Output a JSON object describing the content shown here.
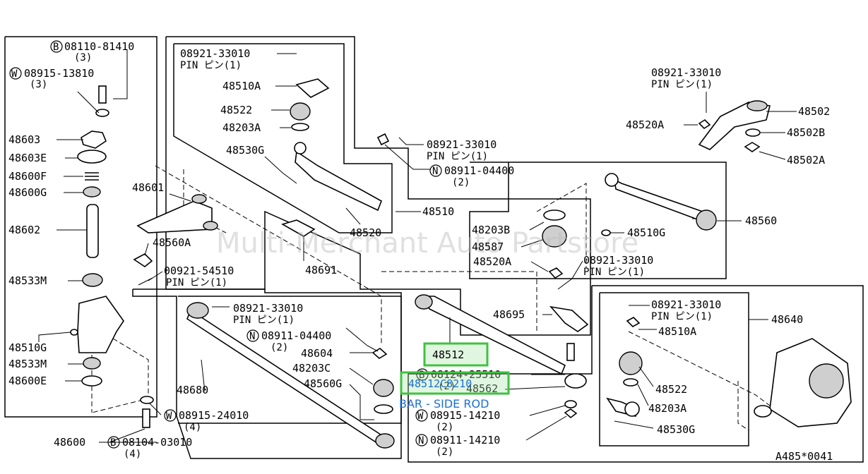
{
  "diagram_code": "A485*0041",
  "watermark": "Multi-Merchant Auto Partstore",
  "highlight": {
    "part_number": "48512",
    "catalog_number": "48512C8210",
    "description": "BAR - SIDE ROD",
    "color": "#3fc23f",
    "text_color": "#1c6fd1"
  },
  "parts": {
    "p08110_81410": {
      "prefix": "B",
      "code": "08110-81410",
      "qty": "(3)"
    },
    "p08915_13810": {
      "prefix": "W",
      "code": "08915-13810",
      "qty": "(3)"
    },
    "p48603": "48603",
    "p48603E": "48603E",
    "p48600F": "48600F",
    "p48600G": "48600G",
    "p48602": "48602",
    "p48533M_a": "48533M",
    "p48510G_left": "48510G",
    "p48533M_b": "48533M",
    "p48600E": "48600E",
    "p48600": "48600",
    "p08921_33010_a": {
      "code": "08921-33010",
      "note": "PIN ピン(1)"
    },
    "p48510A_top": "48510A",
    "p48522_top": "48522",
    "p48203A_top": "48203A",
    "p48530G_top": "48530G",
    "p48601": "48601",
    "p48560A": "48560A",
    "p00921_54510": {
      "code": "00921-54510",
      "note": "PIN ピン(1)"
    },
    "p48691": "48691",
    "p48520": "48520",
    "p48510": "48510",
    "p08921_33010_b": {
      "code": "08921-33010",
      "note": "PIN ピン(1)"
    },
    "p08911_04400_a": {
      "prefix": "N",
      "code": "08911-04400",
      "qty": "(2)"
    },
    "p08921_33010_c": {
      "code": "08921-33010",
      "note": "PIN ピン(1)"
    },
    "p48502": "48502",
    "p48520A_top": "48520A",
    "p48502B": "48502B",
    "p48502A": "48502A",
    "p48560": "48560",
    "p48203B": "48203B",
    "p48587": "48587",
    "p48520A_mid": "48520A",
    "p48510G_mid": "48510G",
    "p08921_33010_d": {
      "code": "08921-33010",
      "note": "PIN ピン(1)"
    },
    "p48695": "48695",
    "p08921_33010_e": {
      "code": "08921-33010",
      "note": "PIN ピン(1)"
    },
    "p48640": "48640",
    "p48510A_right": "48510A",
    "p48522_right": "48522",
    "p48203A_right": "48203A",
    "p48530G_right": "48530G",
    "p08921_33010_f": {
      "code": "08921-33010",
      "note": "PIN ピン(1)"
    },
    "p08911_04400_b": {
      "prefix": "N",
      "code": "08911-04400",
      "qty": "(2)"
    },
    "p48604": "48604",
    "p48203C": "48203C",
    "p48560G": "48560G",
    "p48680": "48680",
    "p08124_25510": {
      "prefix": "B",
      "code": "08124-25510",
      "qty": "(2)"
    },
    "p48562": "48562",
    "p08915_14210": {
      "prefix": "W",
      "code": "08915-14210",
      "qty": "(2)"
    },
    "p08911_14210": {
      "prefix": "N",
      "code": "08911-14210",
      "qty": "(2)"
    },
    "p08915_24010": {
      "prefix": "W",
      "code": "08915-24010",
      "qty": "(4)"
    },
    "p08104_03010": {
      "prefix": "B",
      "code": "08104-03010",
      "qty": "(4)"
    }
  }
}
